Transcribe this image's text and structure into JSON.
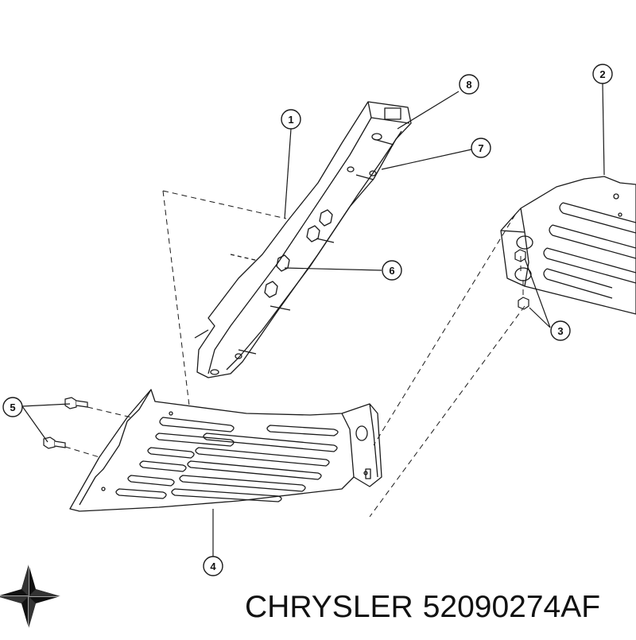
{
  "diagram": {
    "callouts": [
      {
        "id": "1",
        "label": "1"
      },
      {
        "id": "2",
        "label": "2"
      },
      {
        "id": "3",
        "label": "3"
      },
      {
        "id": "4",
        "label": "4"
      },
      {
        "id": "5",
        "label": "5"
      },
      {
        "id": "6",
        "label": "6"
      },
      {
        "id": "7",
        "label": "7"
      },
      {
        "id": "8",
        "label": "8"
      }
    ],
    "parts": [
      "crossmember",
      "skid-plate-front",
      "skid-plate-rear",
      "nut",
      "bolt"
    ],
    "line_color": "#1a1a1a"
  },
  "brand": {
    "name": "CHRYSLER",
    "part_number": "52090274AF",
    "logo": "chrysler-star-icon"
  }
}
